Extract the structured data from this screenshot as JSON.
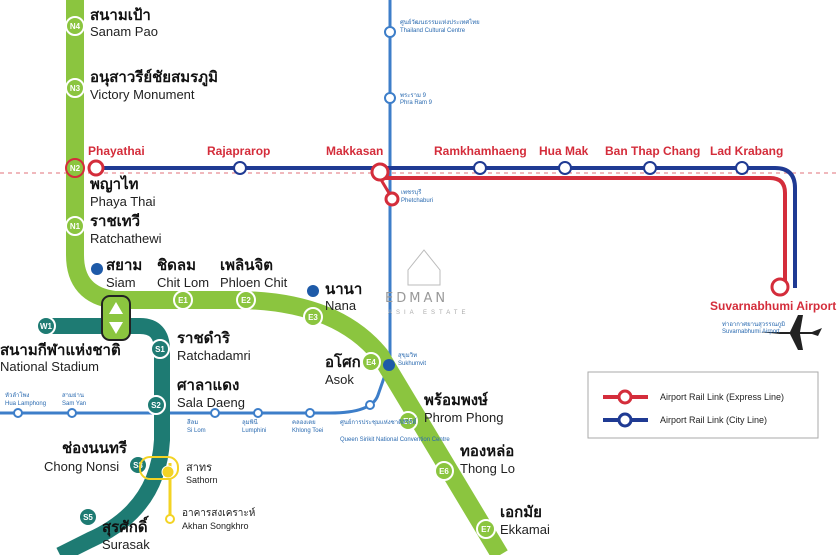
{
  "stations": {
    "n4": {
      "th": "สนามเป้า",
      "en": "Sanam Pao"
    },
    "n3": {
      "th": "อนุสาวรีย์ชัยสมรภูมิ",
      "en": "Victory Monument"
    },
    "n2": {
      "th": "พญาไท",
      "en": "Phaya Thai"
    },
    "n1": {
      "th": "ราชเทวี",
      "en": "Ratchathewi"
    },
    "siam": {
      "th": "สยาม",
      "en": "Siam"
    },
    "e1": {
      "th": "ชิดลม",
      "en": "Chit Lom"
    },
    "e2": {
      "th": "เพลินจิต",
      "en": "Phloen Chit"
    },
    "e3": {
      "th": "นานา",
      "en": "Nana"
    },
    "e4": {
      "th": "อโศก",
      "en": "Asok"
    },
    "e5": {
      "th": "พร้อมพงษ์",
      "en": "Phrom Phong"
    },
    "e6": {
      "th": "ทองหล่อ",
      "en": "Thong Lo"
    },
    "e7": {
      "th": "เอกมัย",
      "en": "Ekkamai"
    },
    "w1": {
      "th": "สนามกีฬาแห่งชาติ",
      "en": "National Stadium"
    },
    "s1": {
      "th": "ราชดำริ",
      "en": "Ratchadamri"
    },
    "s2": {
      "th": "ศาลาแดง",
      "en": "Sala Daeng"
    },
    "s3": {
      "th": "ช่องนนทรี",
      "en": "Chong Nonsi"
    },
    "s5": {
      "th": "สุรศักดิ์",
      "en": "Surasak"
    },
    "sathorn": {
      "th": "สาทร",
      "en": "Sathorn"
    },
    "akhan": {
      "th": "อาคารสงเคราะห์",
      "en": "Akhan Songkhro"
    }
  },
  "arl": {
    "phayathai": "Phayathai",
    "rajaprarop": "Rajaprarop",
    "makkasan": "Makkasan",
    "ramkhamhaeng": "Ramkhamhaeng",
    "huamak": "Hua Mak",
    "banthapchang": "Ban Thap Chang",
    "ladkrabang": "Lad Krabang",
    "suvarnabhumi": "Suvarnabhumi Airport",
    "airport_th": "ท่าอากาศยานสุวรรณภูมิ",
    "airport_en": "Suvarnabhumi Airport"
  },
  "mrt": {
    "tcc_th": "ศูนย์วัฒนธรรมแห่งประเทศไทย",
    "tcc_en": "Thailand Cultural Centre",
    "pr9_th": "พระราม 9",
    "pr9_en": "Phra Ram 9",
    "petch_th": "เพชรบุรี",
    "petch_en": "Phetchaburi",
    "sukh_th": "สุขุมวิท",
    "sukh_en": "Sukhumvit",
    "qsncc_th": "ศูนย์การประชุมแห่งชาติสิริกิติ์",
    "qsncc_en": "Queen Sirikit National Convention Centre",
    "hlp_th": "หัวลำโพง",
    "hlp_en": "Hua Lamphong",
    "samyan_th": "สามย่าน",
    "samyan_en": "Sam Yan",
    "silom_th": "สีลม",
    "silom_en": "Si Lom",
    "lumphini_th": "ลุมพินี",
    "lumphini_en": "Lumphini",
    "khlongtoei_th": "คลองเตย",
    "khlongtoei_en": "Khlong Toei"
  },
  "legend": {
    "express": "Airport Rail Link (Express Line)",
    "city": "Airport Rail Link (City Line)"
  },
  "watermark": {
    "text": "EDMAN",
    "sub": "ASIA ESTATE"
  },
  "colors": {
    "green_line": "#8bc53f",
    "teal_line": "#1e7b73",
    "arl_express": "#d42d3b",
    "arl_city": "#1f3a93",
    "mrt_blue": "#3d7ec9",
    "gold_line": "#f3d324"
  }
}
